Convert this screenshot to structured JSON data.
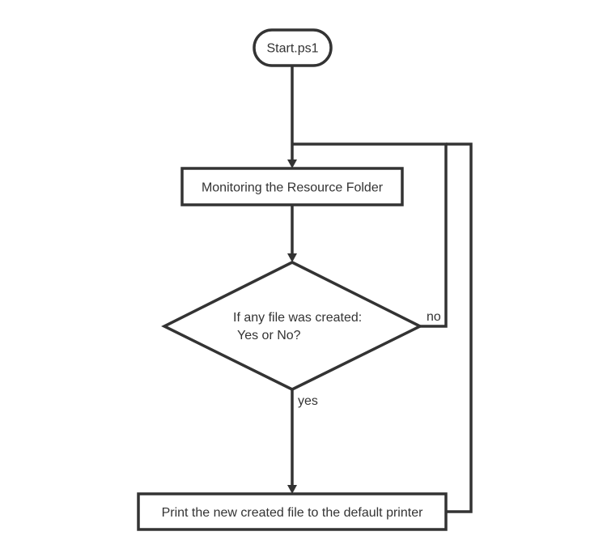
{
  "diagram": {
    "start": {
      "label": "Start.ps1"
    },
    "monitor": {
      "label": "Monitoring the Resource Folder"
    },
    "decision": {
      "line1": "If any file was created:",
      "line2": "Yes or No?"
    },
    "print": {
      "label": "Print the new created file to the default printer"
    },
    "edges": {
      "no_label": "no",
      "yes_label": "yes"
    }
  },
  "colors": {
    "stroke": "#333333",
    "text": "#333333",
    "background": "#ffffff"
  }
}
